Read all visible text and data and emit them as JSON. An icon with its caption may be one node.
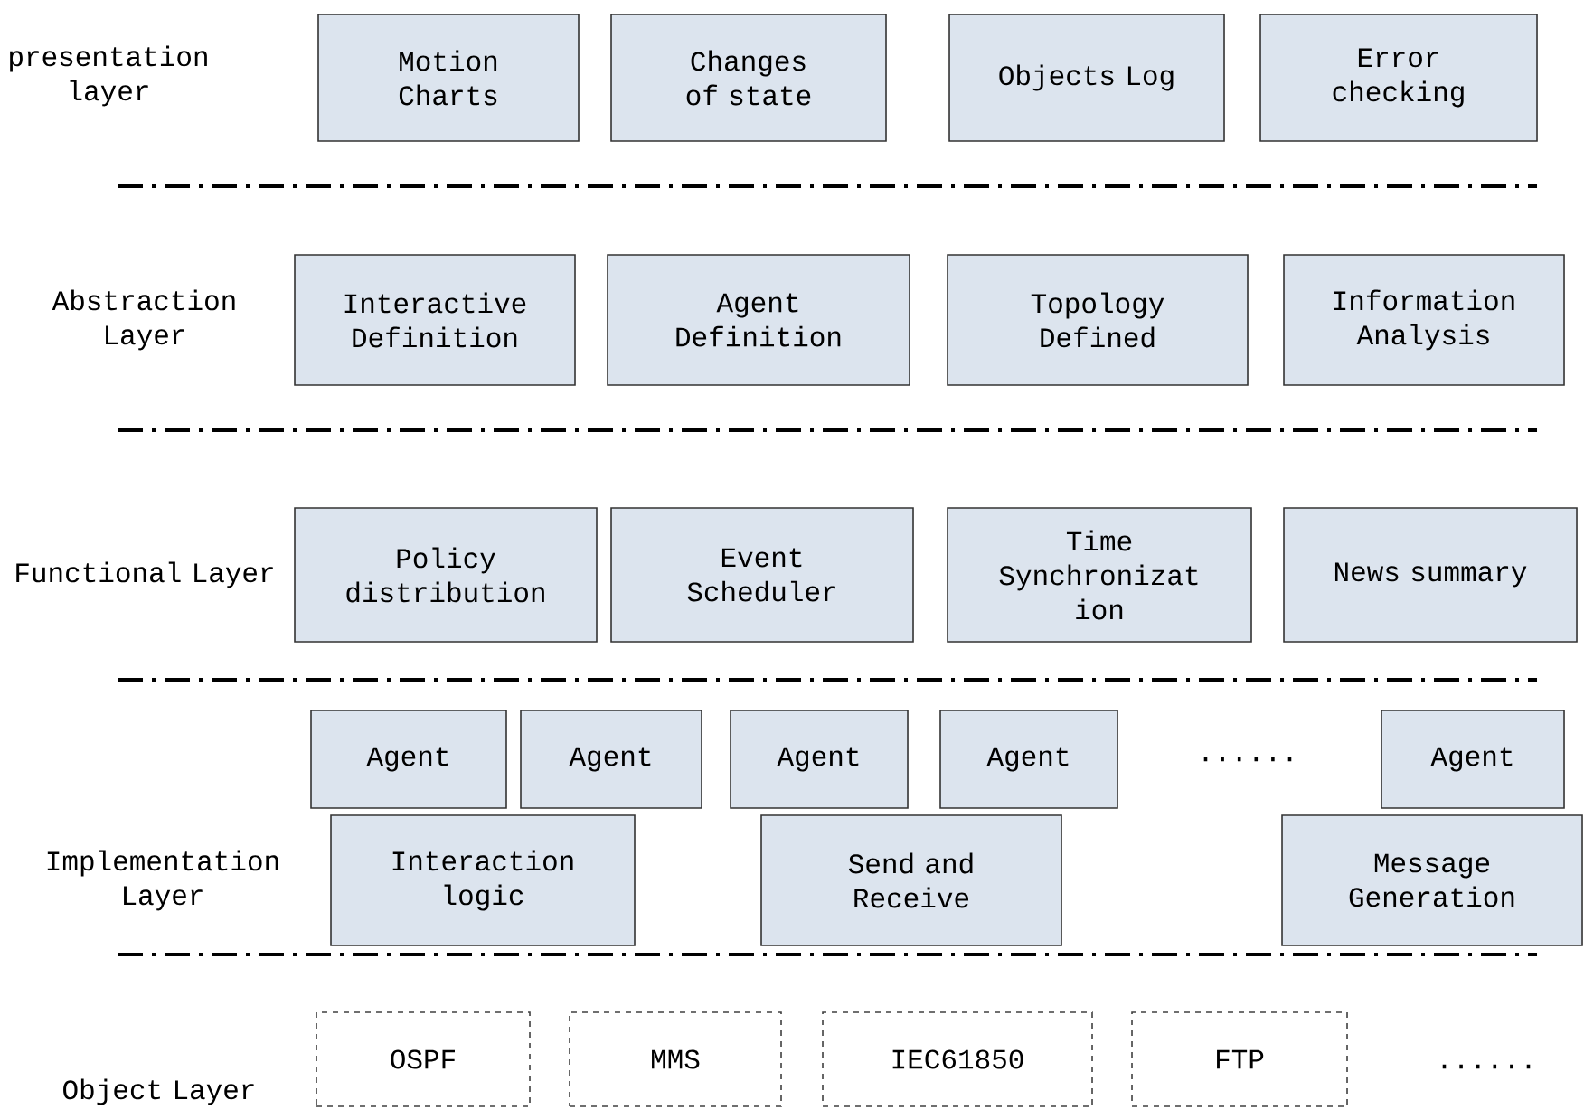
{
  "diagram": {
    "nodes": [
      {
        "text": [
          "Motion Charts"
        ]
      },
      {
        "text": [
          "Changes of state"
        ]
      },
      {
        "text": [
          "Objects Log"
        ]
      },
      {
        "text": [
          "Error checking"
        ]
      },
      {
        "text": [
          "Interactive Definition"
        ]
      },
      {
        "text": [
          "Agent Definition"
        ]
      },
      {
        "text": [
          "Topology Defined"
        ]
      },
      {
        "text": [
          "Information Analysis"
        ]
      },
      {
        "text": [
          "Policy distribution"
        ]
      },
      {
        "text": [
          "Event Scheduler"
        ]
      },
      {
        "text": [
          "Time Synchronizat ion"
        ]
      },
      {
        "text": [
          "News summary"
        ]
      },
      {
        "text": [
          "Agent"
        ]
      },
      {
        "text": [
          "Agent"
        ]
      },
      {
        "text": [
          "Agent"
        ]
      },
      {
        "text": [
          "Agent"
        ]
      },
      {
        "text": [
          "Agent"
        ]
      },
      {
        "text": [
          "Interaction logic"
        ]
      },
      {
        "text": [
          "Send and Receive"
        ]
      },
      {
        "text": [
          "Message Generation"
        ]
      },
      {
        "text": [
          "OSPF"
        ]
      },
      {
        "text": [
          "MMS"
        ]
      },
      {
        "text": [
          "IEC61850"
        ]
      },
      {
        "text": [
          "FTP"
        ]
      }
    ],
    "labels": [
      "presentation layer",
      "Abstraction Layer",
      "Functional Layer",
      "......",
      "Implementation Layer",
      "Object Layer",
      "......"
    ]
  }
}
